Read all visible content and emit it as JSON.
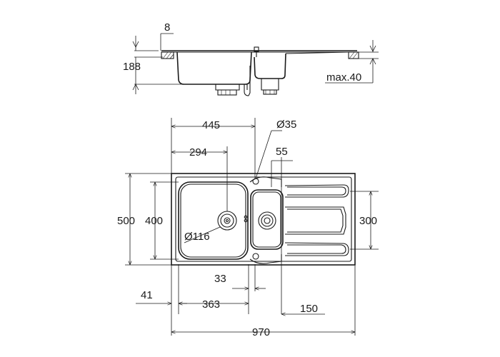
{
  "dimensions": {
    "flange_thickness": "8",
    "side_height": "188",
    "max_worktop": "max.40",
    "tap_hole_offset": "445",
    "tap_hole_diameter": "Ø35",
    "main_bowl_center": "294",
    "small_bowl_width": "55",
    "total_depth": "500",
    "bowl_depth": "400",
    "drainer_depth": "300",
    "waste_diameter": "Ø116",
    "overflow_offset": "33",
    "edge_offset": "41",
    "main_bowl_width": "363",
    "drainer_offset": "150",
    "total_width": "970"
  }
}
